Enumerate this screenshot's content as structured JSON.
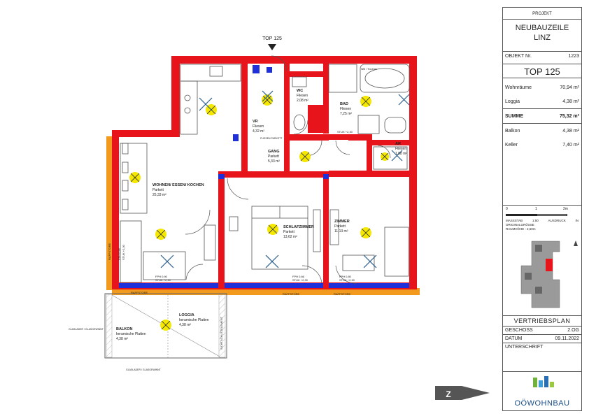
{
  "project": {
    "label": "PROJEKT",
    "name_line1": "NEUBAUZEILE",
    "name_line2": "LINZ",
    "object_label": "OBJEKT Nr.",
    "object_no": "1223",
    "unit": "TOP 125"
  },
  "areas": [
    {
      "label": "Wohnräume",
      "value": "70,94 m²",
      "bold": false
    },
    {
      "label": "Loggia",
      "value": "4,38 m²",
      "bold": false
    },
    {
      "label": "SUMME",
      "value": "75,32 m²",
      "bold": true
    },
    {
      "label": "Balkon",
      "value": "4,38 m²",
      "bold": false
    },
    {
      "label": "Keller",
      "value": "7,40 m²",
      "bold": false
    }
  ],
  "scale": {
    "ticks": [
      "0",
      "1",
      "2m"
    ],
    "massstab_label": "MASSSTAB",
    "massstab_value": "1:50",
    "ausdruck": "AUSDRUCK",
    "ausdruck_value": "IN",
    "orig": "ORIGINALGRÖSSE",
    "raumhoehe": "RAUMHÖHE : 2,60m"
  },
  "sales": {
    "title": "VERTRIEBSPLAN",
    "rows": [
      {
        "label": "GESCHOSS",
        "value": "2.OG"
      },
      {
        "label": "DATUM",
        "value": "09.11.2022"
      },
      {
        "label": "UNTERSCHRIFT",
        "value": ""
      }
    ]
  },
  "brand": {
    "name": "OÖWOHNBAU"
  },
  "entry_marker": "TOP 125",
  "rooms": [
    {
      "name": "WOHNEN/ ESSEN/ KOCHEN",
      "floor": "Parkett",
      "area": "25,33 m²"
    },
    {
      "name": "VR",
      "floor": "Fliesen",
      "area": "4,32 m²"
    },
    {
      "name": "WC",
      "floor": "Fliesen",
      "area": "2,08 m²"
    },
    {
      "name": "BAD",
      "floor": "Fliesen",
      "area": "7,25 m²"
    },
    {
      "name": "AR",
      "floor": "Fliesen",
      "area": "1,88 m²"
    },
    {
      "name": "GANG",
      "floor": "Parkett",
      "area": "5,33 m²"
    },
    {
      "name": "SCHLAFZIMMER",
      "floor": "Parkett",
      "area": "13,62 m²"
    },
    {
      "name": "ZIMMER",
      "floor": "Parkett",
      "area": "11,13 m²"
    },
    {
      "name": "LOGGIA",
      "floor": "keramische Platten",
      "area": "4,38 m²"
    },
    {
      "name": "BALKON",
      "floor": "keramische Platten",
      "area": "4,38 m²"
    }
  ],
  "annotations": {
    "raffstore": "RAFFSTORE",
    "fph1": "FPH 0,90",
    "stuk1": "STUK +2,30",
    "fph2": "FPH 0,66",
    "stuk2": "STUK +2,30",
    "fph3": "FPH 0,80",
    "stuk3": "STUK +2,30",
    "stuk_door": "STUK +2,30",
    "fliesen_parkett": "FLIESEN PARKETT",
    "fph_left": "FPH 0,66",
    "stuk_left": "STUK +2,30",
    "glas1": "GLASLADER / GLASGEWINNT",
    "glas2": "GLASLADER / GLASGEWINNT",
    "side_label": "SICHTSCHUTZELEMENT",
    "wm": "WM / Trockner"
  },
  "colors": {
    "wall": "#e8141b",
    "window": "#1f2fd9",
    "insul": "#f29a1d",
    "light": "#f5e800"
  }
}
